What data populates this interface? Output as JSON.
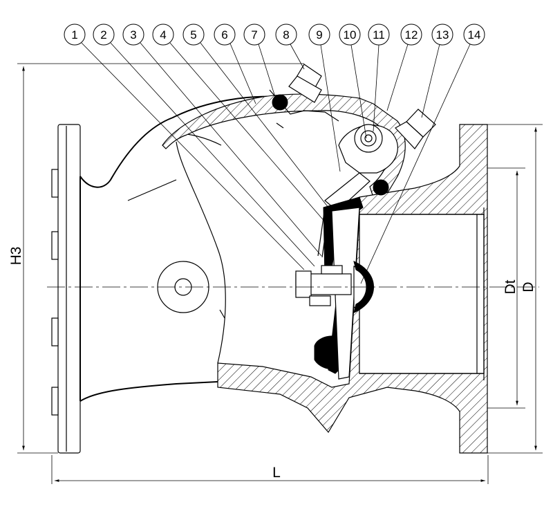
{
  "callouts": [
    "1",
    "2",
    "3",
    "4",
    "5",
    "6",
    "7",
    "8",
    "9",
    "10",
    "11",
    "12",
    "13",
    "14"
  ],
  "dimensions": {
    "height": "H3",
    "length": "L",
    "throat_diameter": "Dt",
    "diameter": "D"
  }
}
